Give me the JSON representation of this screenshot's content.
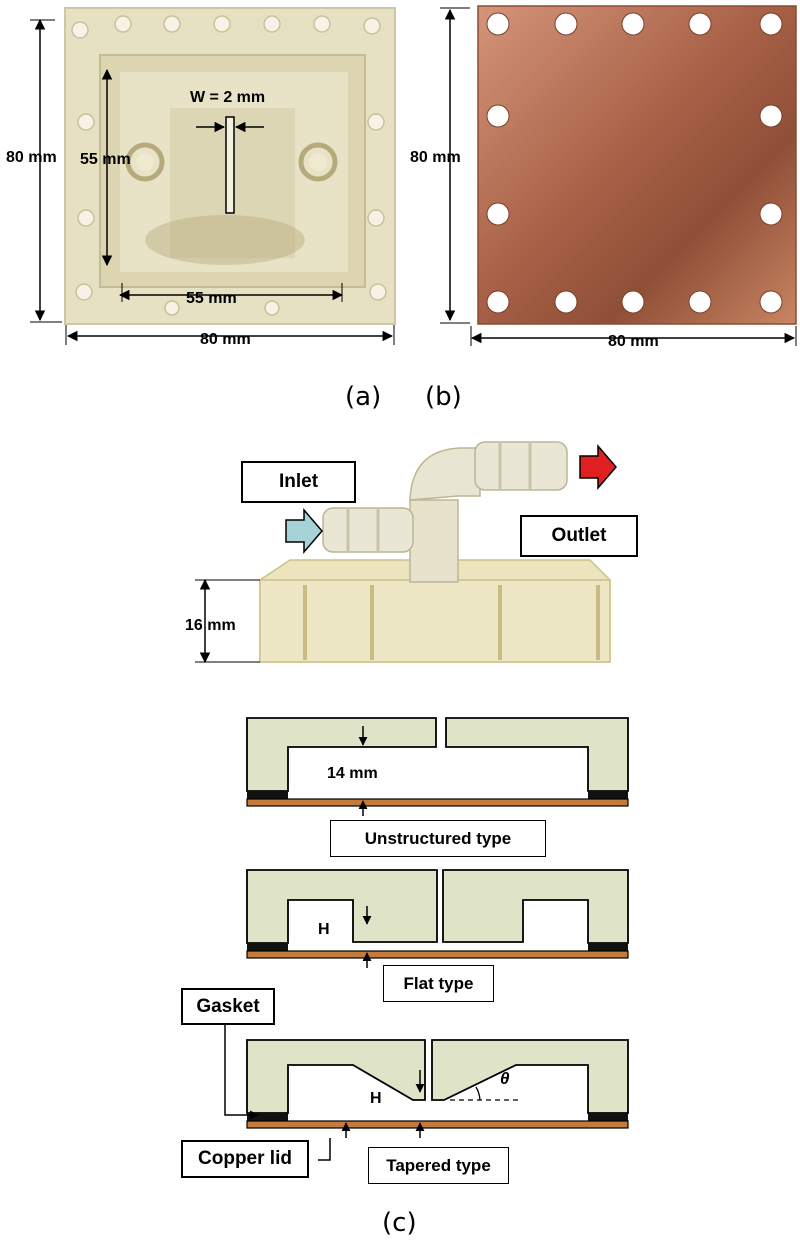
{
  "panel_a": {
    "height_label": "80 mm",
    "width_label": "80 mm",
    "inner_height_label": "55 mm",
    "inner_width_label": "55 mm",
    "gap_label": "W = 2 mm"
  },
  "panel_b": {
    "height_label": "80 mm",
    "width_label": "80 mm"
  },
  "captions": {
    "a": "(a)",
    "b": "(b)",
    "c": "(c)"
  },
  "photo_c": {
    "inlet_label": "Inlet",
    "outlet_label": "Outlet",
    "height_label": "16 mm"
  },
  "sections": {
    "unstructured": {
      "label": "Unstructured type",
      "dim_label": "14 mm"
    },
    "flat": {
      "label": "Flat type",
      "h_label": "H"
    },
    "tapered": {
      "label": "Tapered type",
      "h_label": "H",
      "theta_label": "θ"
    },
    "gasket_label": "Gasket",
    "copper_lid_label": "Copper lid"
  },
  "colors": {
    "resin": "#e4ddbd",
    "resin_frame": "#ece6c8",
    "copper": "#c98563",
    "copper_dark": "#a8623f",
    "section_fill": "#dfe3c7",
    "lid_fill": "#c47a3a",
    "inlet_arrow": "#a6d3d8",
    "outlet_arrow": "#e02020"
  }
}
